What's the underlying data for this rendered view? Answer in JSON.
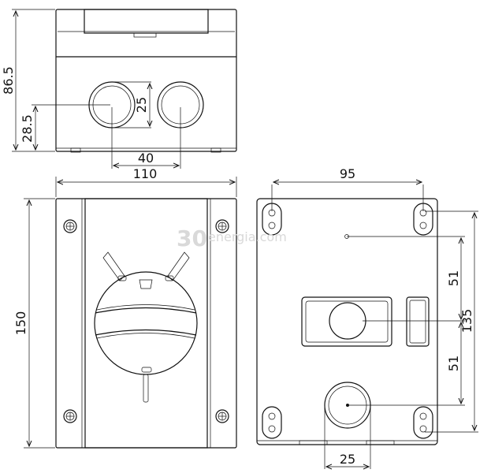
{
  "watermark": {
    "main": "30",
    "sub": "energia.com"
  },
  "dimensions": {
    "height_top": "86.5",
    "hole_offset": "28.5",
    "hole_diameter_top": "25",
    "hole_spacing": "40",
    "width_front": "110",
    "height_front": "150",
    "mount_width": "95",
    "mount_height": "135",
    "upper_offset": "51",
    "lower_offset": "51",
    "hole_diameter_back": "25"
  }
}
